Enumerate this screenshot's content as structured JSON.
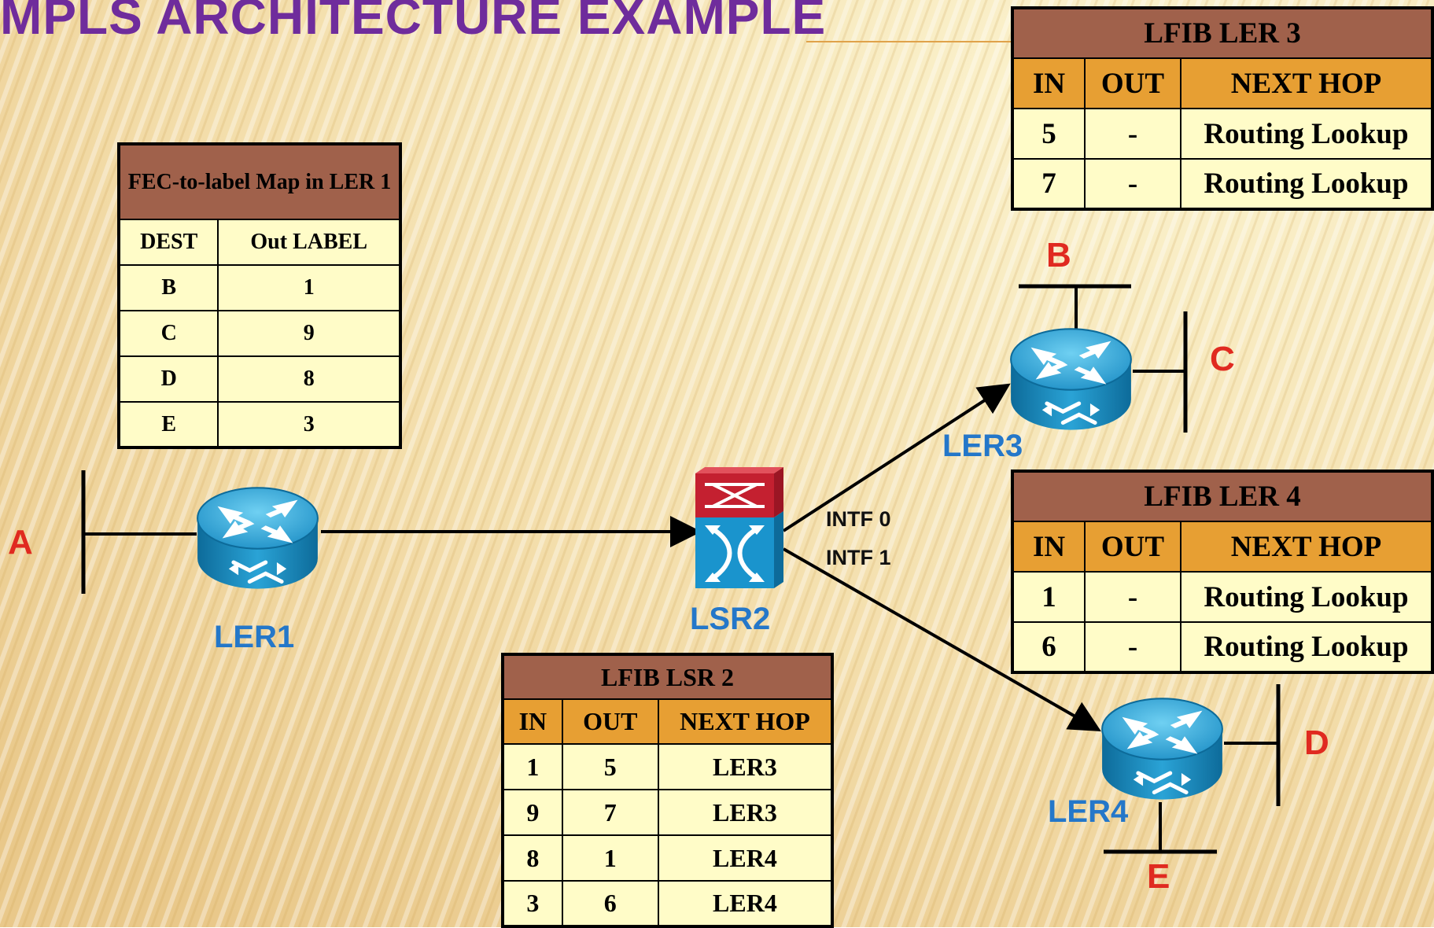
{
  "title": "MPLS ARCHITECTURE EXAMPLE",
  "nodes": {
    "ler1": "LER1",
    "lsr2": "LSR2",
    "ler3": "LER3",
    "ler4": "LER4"
  },
  "destinations": {
    "a": "A",
    "b": "B",
    "c": "C",
    "d": "D",
    "e": "E"
  },
  "interfaces": {
    "intf0": "INTF 0",
    "intf1": "INTF 1"
  },
  "fec_map": {
    "title": "FEC-to-label Map in LER 1",
    "columns": [
      "DEST",
      "Out LABEL"
    ],
    "rows": [
      [
        "B",
        "1"
      ],
      [
        "C",
        "9"
      ],
      [
        "D",
        "8"
      ],
      [
        "E",
        "3"
      ]
    ]
  },
  "lfib_lsr2": {
    "title": "LFIB LSR 2",
    "columns": [
      "IN",
      "OUT",
      "NEXT HOP"
    ],
    "rows": [
      [
        "1",
        "5",
        "LER3"
      ],
      [
        "9",
        "7",
        "LER3"
      ],
      [
        "8",
        "1",
        "LER4"
      ],
      [
        "3",
        "6",
        "LER4"
      ]
    ]
  },
  "lfib_ler3": {
    "title": "LFIB LER 3",
    "columns": [
      "IN",
      "OUT",
      "NEXT HOP"
    ],
    "rows": [
      [
        "5",
        "-",
        "Routing Lookup"
      ],
      [
        "7",
        "-",
        "Routing Lookup"
      ]
    ]
  },
  "lfib_ler4": {
    "title": "LFIB LER 4",
    "columns": [
      "IN",
      "OUT",
      "NEXT HOP"
    ],
    "rows": [
      [
        "1",
        "-",
        "Routing Lookup"
      ],
      [
        "6",
        "-",
        "Routing Lookup"
      ]
    ]
  },
  "colors": {
    "title": "#6f2c9c",
    "node_label": "#2477c9",
    "destination_label": "#e02a20",
    "table_header": "#a0614b",
    "column_header": "#e79f33",
    "cell": "#fffcc8",
    "router_body": "#1f8fc2",
    "lsr_top": "#c42030"
  },
  "icons": {
    "router": "router-icon",
    "atm_switch": "label-switch-router-icon"
  }
}
